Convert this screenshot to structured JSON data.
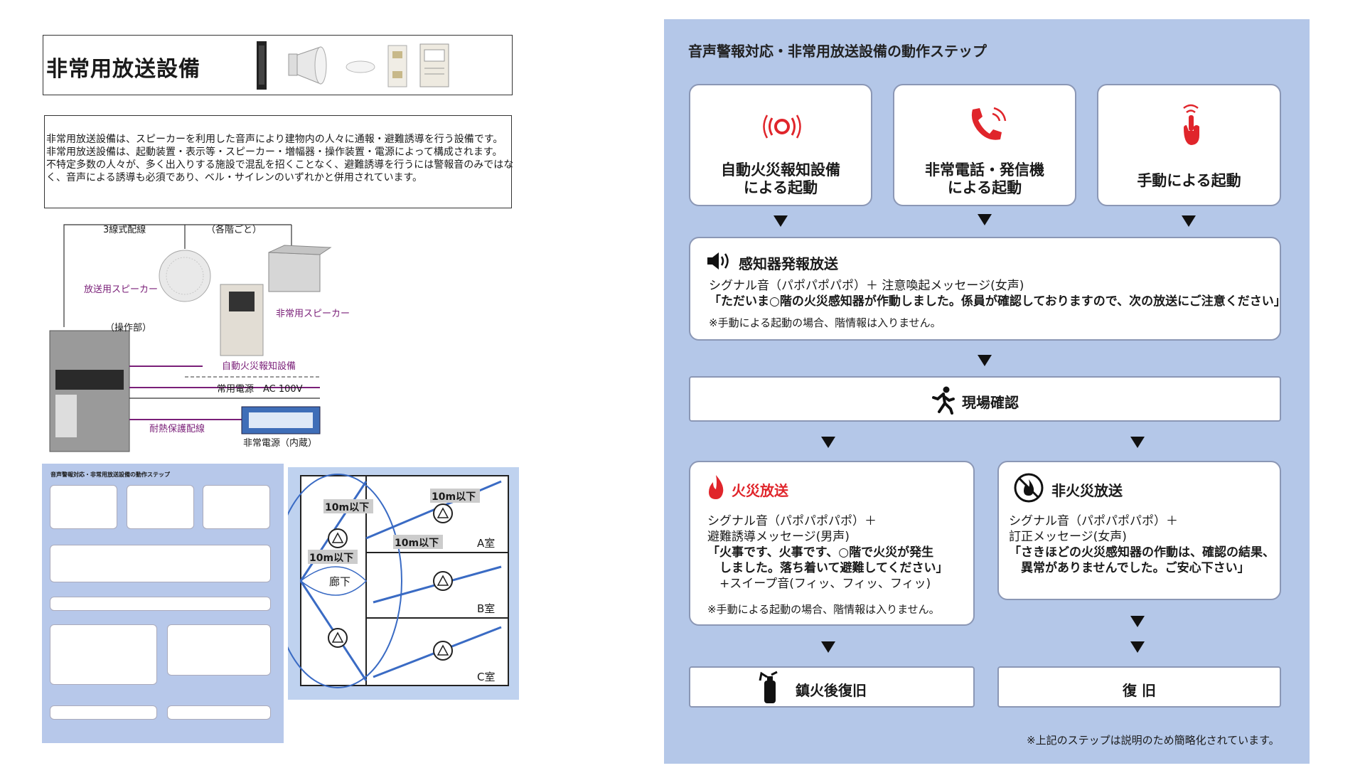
{
  "title": "非常用放送設備",
  "description": [
    "非常用放送設備は、スピーカーを利用した音声により建物内の人々に通報・避難誘導を行う設備です。",
    "非常用放送設備は、起動装置・表示等・スピーカー・増幅器・操作装置・電源によって構成されます。",
    "不特定多数の人々が、多く出入りする施設で混乱を招くことなく、避難誘導を行うには警報音のみではな",
    "く、音声による誘導も必須であり、ベル・サイレンのいずれかと併用されています。"
  ],
  "wiring": {
    "three_wire": "3線式配線",
    "per_floor": "（各階ごと）",
    "broadcast_speaker": "放送用スピーカー",
    "emergency_speaker": "非常用スピーカー",
    "operation_unit": "（操作部）",
    "fire_alarm": "自動火災報知設備",
    "commercial_power": "常用電源　AC 100V",
    "heat_resistant": "耐熱保護配線",
    "emergency_power": "非常電源（内蔵）"
  },
  "flow": {
    "title": "音声警報対応・非常用放送設備の動作ステップ",
    "triggers": [
      {
        "icon": "alarm-icon",
        "label_lines": [
          "自動火災報知設備",
          "による起動"
        ]
      },
      {
        "icon": "phone-icon",
        "label_lines": [
          "非常電話・発信機",
          "による起動"
        ]
      },
      {
        "icon": "hand-press-icon",
        "label_lines": [
          "手動による起動"
        ]
      }
    ],
    "detector": {
      "title": "感知器発報放送",
      "line1": "シグナル音（パポパポパポ）＋ 注意喚起メッセージ(女声)",
      "line2": "「ただいま○階の火災感知器が作動しました。係員が確認しておりますので、次の放送にご注意ください」",
      "note": "※手動による起動の場合、階情報は入りません。"
    },
    "confirm": "現場確認",
    "fire": {
      "title": "火災放送",
      "lines": [
        "シグナル音（パポパポパポ）＋",
        "避難誘導メッセージ(男声)",
        "「火事です、火事です、○階で火災が発生",
        "　しました。落ち着いて避難してください」",
        "　+スイープ音(フィッ、フィッ、フィッ)"
      ],
      "note": "※手動による起動の場合、階情報は入りません。"
    },
    "nonfire": {
      "title": "非火災放送",
      "lines": [
        "シグナル音（パポパポパポ）＋",
        "訂正メッセージ(女声)",
        "「さきほどの火災感知器の作動は、確認の結果、",
        "　異常がありませんでした。ご安心下さい」"
      ]
    },
    "after_fire": "鎮火後復旧",
    "recovery": "復 旧",
    "footnote": "※上記のステップは説明のため簡略化されています。"
  },
  "floorplan": {
    "dist1": "10m以下",
    "dist2": "10m以下",
    "dist3": "10m以下",
    "dist4": "10m以下",
    "corridor": "廊下",
    "room_a": "A室",
    "room_b": "B室",
    "room_c": "C室"
  },
  "colors": {
    "panel_bg": "#b4c7e8",
    "alarm_red": "#e0252b",
    "purple_label": "#7a1f78"
  }
}
